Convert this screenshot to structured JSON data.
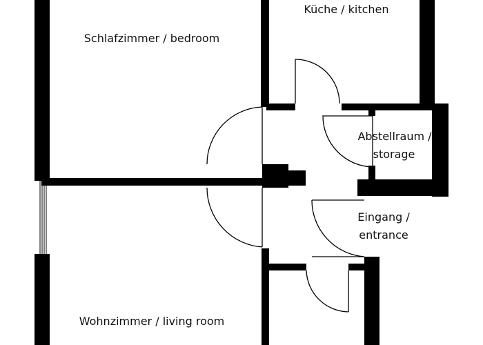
{
  "rooms": {
    "kitchen": "Küche / kitchen",
    "bedroom": "Schlafzimmer / bedroom",
    "storage_line1": "Abstellraum /",
    "storage_line2": "storage",
    "entrance_line1": "Eingang /",
    "entrance_line2": "entrance",
    "living_room": "Wohnzimmer / living room"
  },
  "colors": {
    "wall": "#000000",
    "background": "#ffffff",
    "label": "#111111"
  }
}
